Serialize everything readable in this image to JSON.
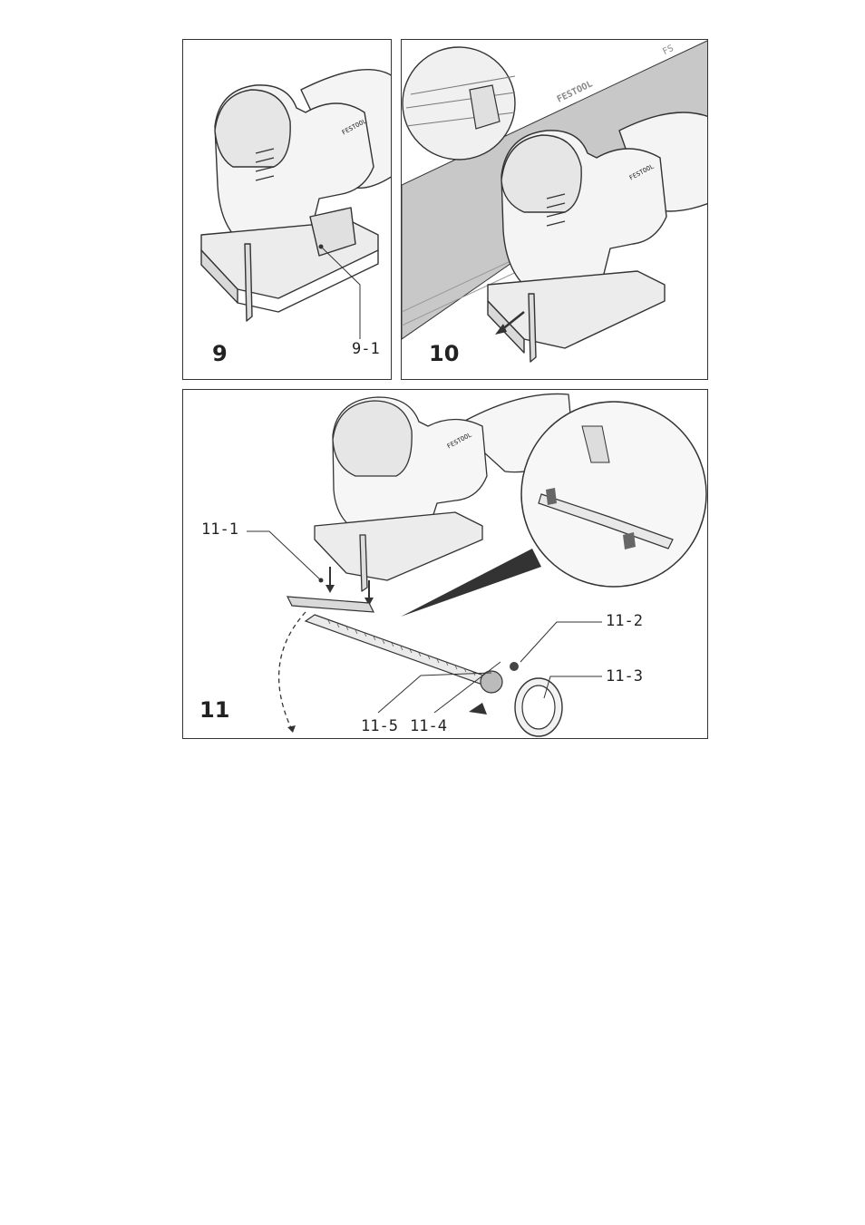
{
  "figures": {
    "fig9": {
      "number": "9",
      "callouts": {
        "c1": "9-1"
      },
      "tool_brand": "FESTOOL"
    },
    "fig10": {
      "number": "10",
      "tool_brand": "FESTOOL",
      "rail_brand": "FESTOOL",
      "rail_mark": "FS"
    },
    "fig11": {
      "number": "11",
      "tool_brand": "FESTOOL",
      "callouts": {
        "c1": "11-1",
        "c2": "11-2",
        "c3": "11-3",
        "c4": "11-4",
        "c5": "11-5"
      }
    }
  },
  "colors": {
    "line": "#333333",
    "rail_fill": "#c8c8c8",
    "tool_fill": "#f4f4f4"
  },
  "icons": [
    "jigsaw-illustration",
    "guide-rail-illustration",
    "circle-cutter-illustration",
    "arrow-icon"
  ]
}
